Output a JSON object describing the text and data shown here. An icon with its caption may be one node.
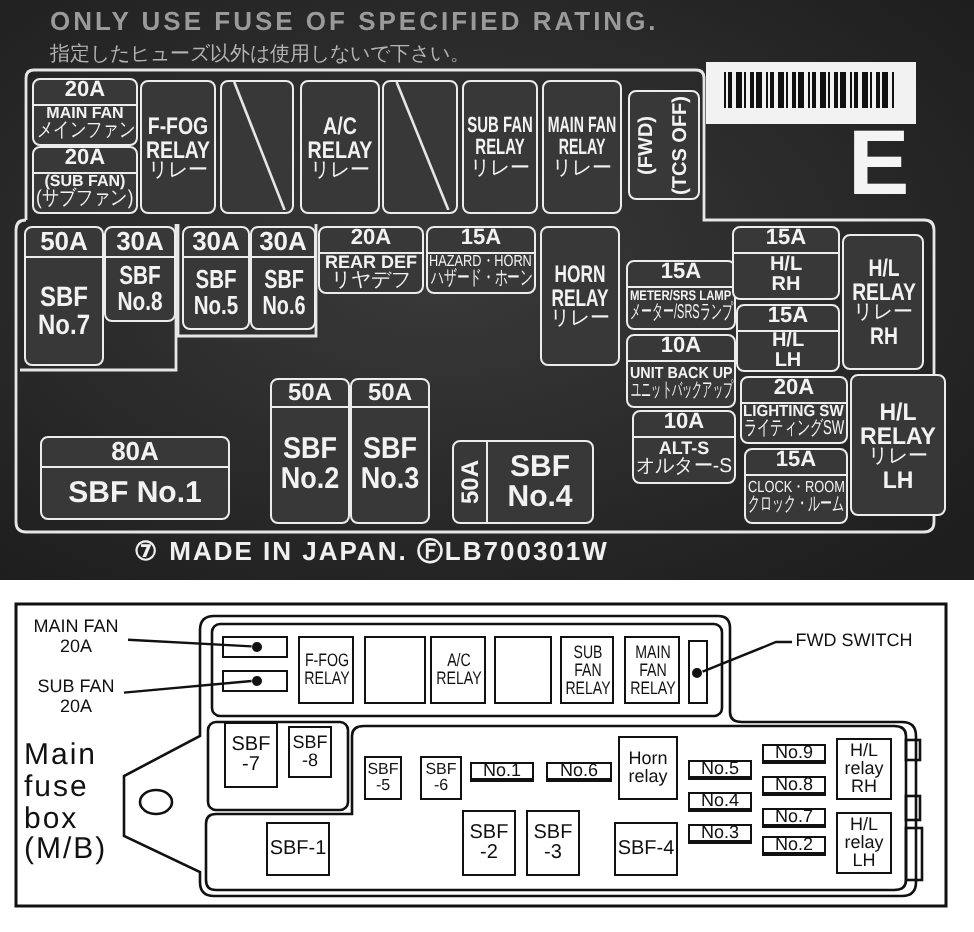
{
  "diagram": {
    "nodes": [
      {
        "text": [
          "20A",
          "MAIN FAN",
          "メインファン"
        ]
      },
      {
        "text": [
          "20A",
          "(SUB FAN)",
          "(サブファン)"
        ]
      },
      {
        "text": [
          "F-FOG RELAY",
          "リレー"
        ]
      },
      {
        "text": [],
        "shape": "box"
      },
      {
        "text": [
          "A/C RELAY",
          "リレー"
        ]
      },
      {
        "text": [],
        "shape": "box"
      },
      {
        "text": [
          "SUB FAN RELAY",
          "リレー"
        ]
      },
      {
        "text": [
          "MAIN FAN RELAY",
          "リレー"
        ]
      },
      {
        "text": [
          "(FWD)",
          "(TCS OFF)"
        ]
      },
      {
        "text": [
          "50A",
          "SBF No.7"
        ]
      },
      {
        "text": [
          "30A",
          "SBF No.8"
        ]
      },
      {
        "text": [
          "30A",
          "SBF No.5"
        ]
      },
      {
        "text": [
          "30A",
          "SBF No.6"
        ]
      },
      {
        "text": [
          "20A",
          "REAR DEF",
          "リヤデフ"
        ]
      },
      {
        "text": [
          "15A",
          "HAZARD・HORN",
          "ハザード・ホーン"
        ]
      },
      {
        "text": [
          "HORN RELAY",
          "リレー"
        ]
      },
      {
        "text": [
          "15A",
          "METER/SRS LAMP",
          "メーター/SRSランプ"
        ]
      },
      {
        "text": [
          "10A",
          "UNIT BACK UP",
          "ユニットバックアップ"
        ]
      },
      {
        "text": [
          "10A",
          "ALT-S",
          "オルター-S"
        ]
      },
      {
        "text": [
          "15A",
          "H/L RH"
        ]
      },
      {
        "text": [
          "15A",
          "H/L LH"
        ]
      },
      {
        "text": [
          "20A",
          "LIGHTING SW",
          "ライティングSW"
        ]
      },
      {
        "text": [
          "15A",
          "CLOCK・ROOM",
          "クロック・ルーム"
        ]
      },
      {
        "text": [
          "H/L RELAY",
          "リレー",
          "RH"
        ]
      },
      {
        "text": [
          "H/L RELAY",
          "リレー",
          "LH"
        ]
      },
      {
        "text": [
          "80A",
          "SBF No.1"
        ]
      },
      {
        "text": [
          "50A",
          "SBF No.2"
        ]
      },
      {
        "text": [
          "50A",
          "SBF No.3"
        ]
      },
      {
        "text": [
          "50A",
          "SBF No.4"
        ]
      },
      {
        "text": [
          "MAIN FAN 20A"
        ]
      },
      {
        "text": [
          "SUB FAN 20A"
        ]
      },
      {
        "text": [],
        "shape": "box"
      },
      {
        "text": [],
        "shape": "circle",
        "in": 31
      },
      {
        "text": [],
        "shape": "box"
      },
      {
        "text": [],
        "shape": "circle",
        "in": 33
      },
      {
        "text": [
          "F-FOG RELAY"
        ]
      },
      {
        "text": [],
        "shape": "box"
      },
      {
        "text": [
          "A/C RELAY"
        ]
      },
      {
        "text": [],
        "shape": "box"
      },
      {
        "text": [
          "SUB FAN RELAY"
        ]
      },
      {
        "text": [
          "MAIN FAN RELAY"
        ]
      },
      {
        "text": [],
        "shape": "box"
      },
      {
        "text": [],
        "shape": "circle",
        "in": 41
      },
      {
        "text": [
          "FWD SWITCH"
        ]
      },
      {
        "text": [
          "SBF -7"
        ]
      },
      {
        "text": [
          "SBF -8"
        ]
      },
      {
        "text": [
          "SBF -5"
        ]
      },
      {
        "text": [
          "SBF -6"
        ]
      },
      {
        "text": [
          "No.1"
        ]
      },
      {
        "text": [
          "No.6"
        ]
      },
      {
        "text": [
          "Horn relay"
        ]
      },
      {
        "text": [
          "No.5"
        ]
      },
      {
        "text": [
          "No.9"
        ]
      },
      {
        "text": [
          "No.8"
        ]
      },
      {
        "text": [
          "No.4"
        ]
      },
      {
        "text": [
          "No.7"
        ]
      },
      {
        "text": [
          "No.3"
        ]
      },
      {
        "text": [
          "No.2"
        ]
      },
      {
        "text": [
          "H/L relay RH"
        ]
      },
      {
        "text": [
          "H/L relay LH"
        ]
      },
      {
        "text": [
          "SBF-1"
        ]
      },
      {
        "text": [
          "SBF -2"
        ]
      },
      {
        "text": [
          "SBF -3"
        ]
      },
      {
        "text": [
          "SBF-4"
        ]
      }
    ],
    "edges": [
      {
        "from": 29,
        "to": 32,
        "arrow": "none"
      },
      {
        "from": 30,
        "to": 34,
        "arrow": "none"
      },
      {
        "from": 43,
        "to": 42,
        "arrow": "none"
      }
    ],
    "labels": [
      "ONLY USE FUSE OF SPECIFIED RATING.",
      "指定したヒューズ以外は使用しないで下さい。",
      "E",
      "⑦ MADE IN JAPAN. ⒻLB700301W",
      "Main fuse box (M/B)"
    ]
  }
}
